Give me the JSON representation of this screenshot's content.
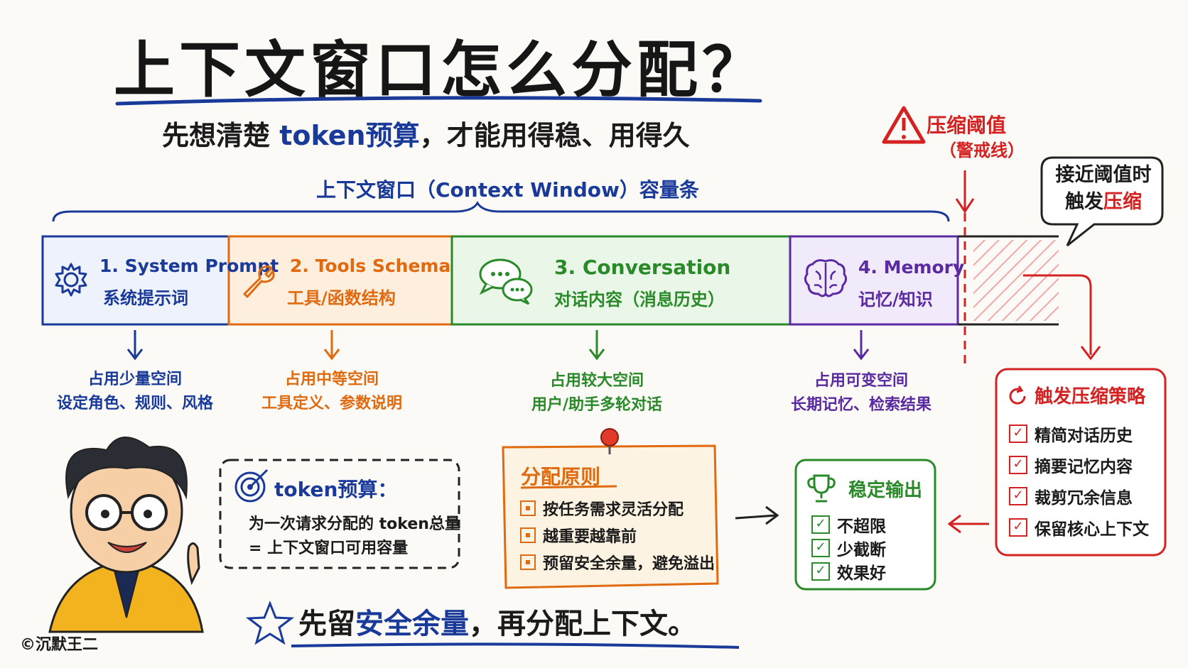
{
  "title": "上下文窗口怎么分配？",
  "subtitle": {
    "prefix": "先想清楚 ",
    "highlight": "token预算",
    "suffix": "，才能用得稳、用得久"
  },
  "context_bar_label": "上下文窗口（Context Window）容量条",
  "threshold": {
    "title": "压缩阈值",
    "subtitle": "（警戒线）"
  },
  "bubble": {
    "line1": "接近阈值时",
    "line2_prefix": "触发",
    "line2_highlight": "压缩"
  },
  "segments": [
    {
      "title": "1. System Prompt",
      "subtitle": "系统提示词",
      "desc1": "占用少量空间",
      "desc2": "设定角色、规则、风格",
      "icon": "gear-icon",
      "color": "#1a3a9a"
    },
    {
      "title": "2. Tools Schema",
      "subtitle": "工具/函数结构",
      "desc1": "占用中等空间",
      "desc2": "工具定义、参数说明",
      "icon": "wrench-icon",
      "color": "#e06a10"
    },
    {
      "title": "3. Conversation",
      "subtitle": "对话内容（消息历史）",
      "desc1": "占用较大空间",
      "desc2": "用户/助手多轮对话",
      "icon": "chat-icon",
      "color": "#2a8a2a"
    },
    {
      "title": "4. Memory",
      "subtitle": "记忆/知识",
      "desc1": "占用可变空间",
      "desc2": "长期记忆、检索结果",
      "icon": "brain-icon",
      "color": "#5a2aa0"
    }
  ],
  "strategy": {
    "title": "触发压缩策略",
    "items": [
      "精简对话历史",
      "摘要记忆内容",
      "裁剪冗余信息",
      "保留核心上下文"
    ]
  },
  "stable": {
    "title": "稳定输出",
    "items": [
      "不超限",
      "少截断",
      "效果好"
    ]
  },
  "principles": {
    "title": "分配原则",
    "items": [
      "按任务需求灵活分配",
      "越重要越靠前",
      "预留安全余量，避免溢出"
    ]
  },
  "token_budget": {
    "title": "token预算：",
    "line1": "为一次请求分配的 token总量",
    "line2": "= 上下文窗口可用容量"
  },
  "bottom": {
    "prefix": "先留",
    "highlight": "安全余量",
    "suffix": "，再分配上下文。"
  },
  "credit": "©沉默王二",
  "colors": {
    "blue": "#1a3a9a",
    "orange": "#e06a10",
    "green": "#2a8a2a",
    "purple": "#5a2aa0",
    "red": "#d42222"
  }
}
